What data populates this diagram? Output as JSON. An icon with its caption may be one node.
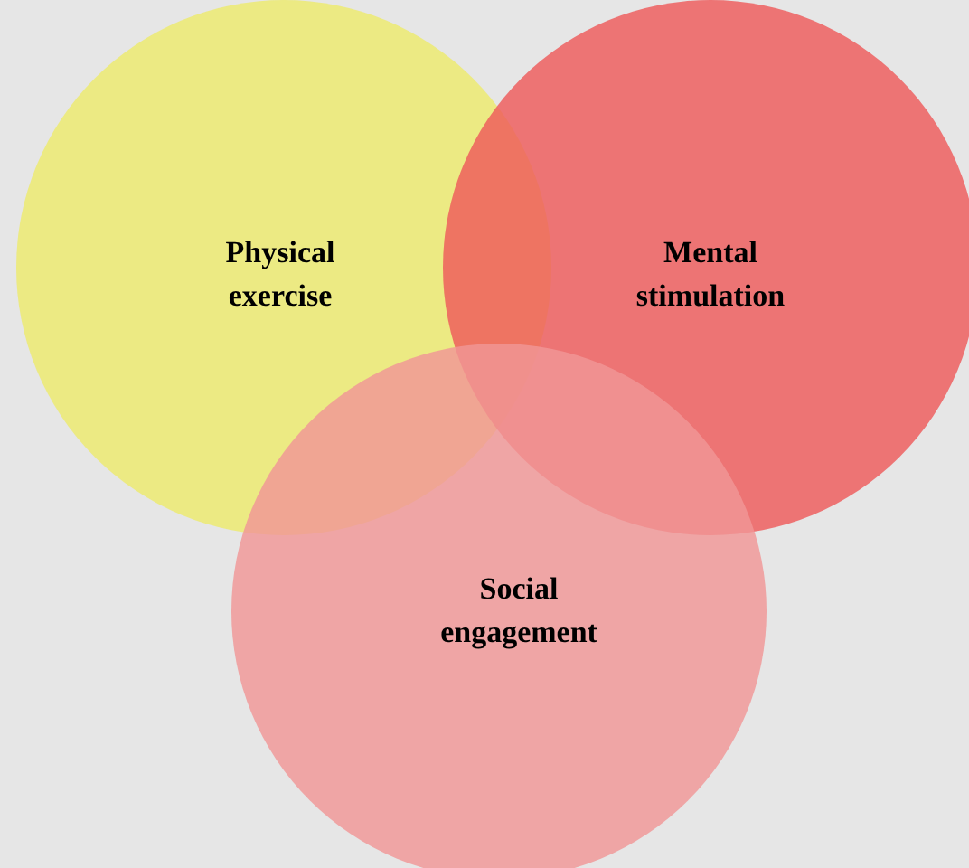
{
  "diagram": {
    "nodes": [
      {
        "text": [
          "Physical exercise"
        ]
      },
      {
        "text": [
          "Mental stimulation"
        ]
      },
      {
        "text": [
          "Social engagement"
        ]
      }
    ],
    "edges": []
  }
}
